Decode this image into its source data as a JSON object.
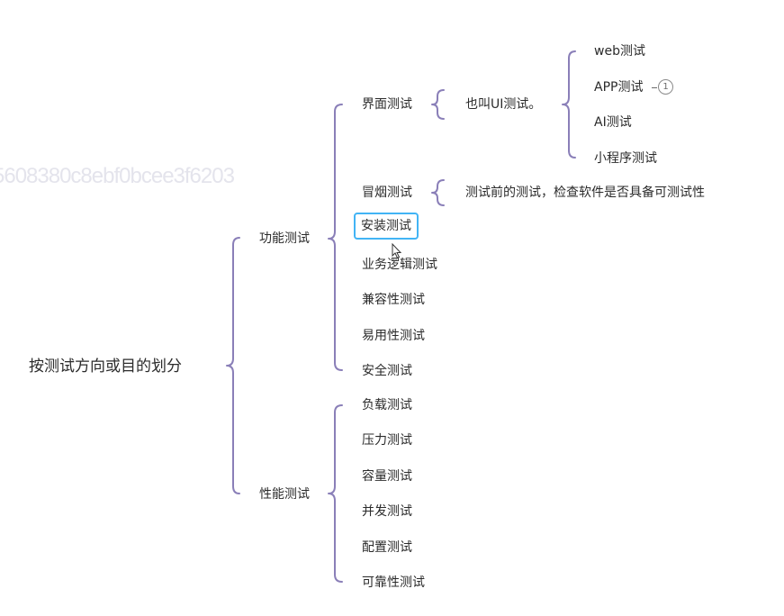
{
  "watermark": "5608380c8ebf0bcee3f6203",
  "root": {
    "label": "按测试方向或目的划分"
  },
  "functional": {
    "label": "功能测试",
    "items": [
      {
        "label": "界面测试",
        "note": "也叫UI测试。"
      },
      {
        "label": "冒烟测试",
        "note": "测试前的测试，检查软件是否具备可测试性"
      },
      {
        "label": "安装测试"
      },
      {
        "label": "业务逻辑测试"
      },
      {
        "label": "兼容性测试"
      },
      {
        "label": "易用性测试"
      },
      {
        "label": "安全测试"
      }
    ],
    "ui_subtypes": [
      "web测试",
      "APP测试",
      "AI测试",
      "小程序测试"
    ],
    "app_badge": "1"
  },
  "performance": {
    "label": "性能测试",
    "items": [
      "负载测试",
      "压力测试",
      "容量测试",
      "并发测试",
      "配置测试",
      "可靠性测试"
    ]
  },
  "colors": {
    "connector": "#8a7fb8",
    "selection": "#42b4f5"
  }
}
